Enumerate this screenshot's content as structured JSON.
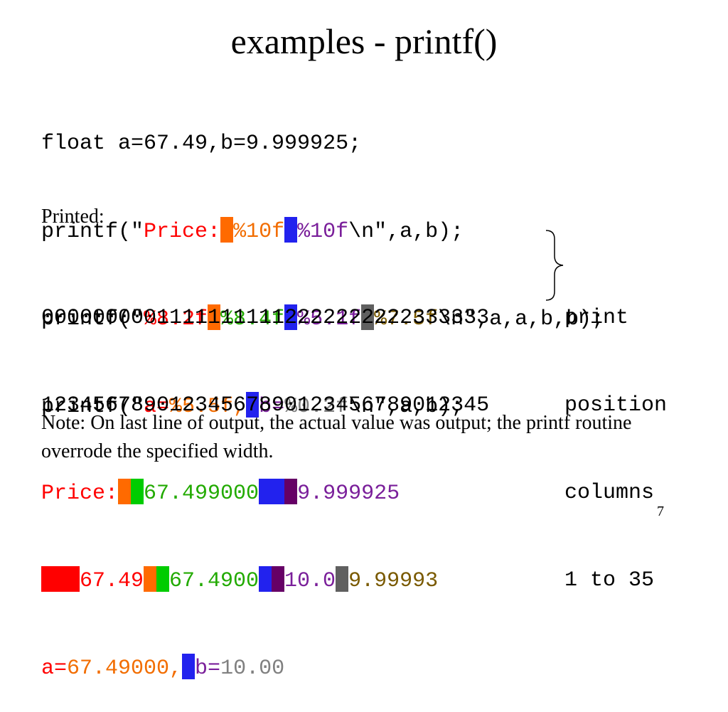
{
  "slide": {
    "title": "examples - printf()",
    "printed_label": "Printed:",
    "note": "Note:  On last line of output, the actual value was output; the printf routine overrode the specified width.",
    "page_number": "7"
  },
  "code": {
    "line1": "float a=67.49,b=9.999925;",
    "line2": {
      "prefix": "printf(\"",
      "price": "Price:",
      "f1": "%10f",
      "f2": "%10f",
      "suffix": "\\n\",a,b);"
    },
    "line3": {
      "prefix": "printf(\"",
      "f1": "%8.2f",
      "f2": "%8.4f",
      "f3": "%5.1f",
      "f4": "%7.5f",
      "suffix": "\\n\",a,a,b,b);"
    },
    "line4": {
      "prefix": "printf(\"",
      "a": "a=",
      "f1": "%5.5f,",
      "b": "b=",
      "f2": "%0.2f",
      "suffix": "\\n\",a,b);"
    }
  },
  "output": {
    "ruler1": "00000000011111111112222222222333333",
    "ruler2": "12345678901234567890123456789012345",
    "out1": {
      "price": "Price:",
      "v1": "67.499000",
      "v2": "9.999925"
    },
    "out2": {
      "v1": "67.49",
      "v2": "67.4900",
      "v3": "10.0",
      "v4": "9.99993"
    },
    "out3": {
      "a": "a=",
      "v1": "67.49000,",
      "b": "b=",
      "v2": "10.00"
    }
  },
  "side_labels": [
    "print",
    "position",
    "columns",
    "1 to 35"
  ],
  "colors": {
    "red": "#ff0000",
    "orange": "#ff6a00",
    "green": "#00cc00",
    "blue": "#2222ee",
    "purple": "#660066",
    "gray": "#606060"
  }
}
